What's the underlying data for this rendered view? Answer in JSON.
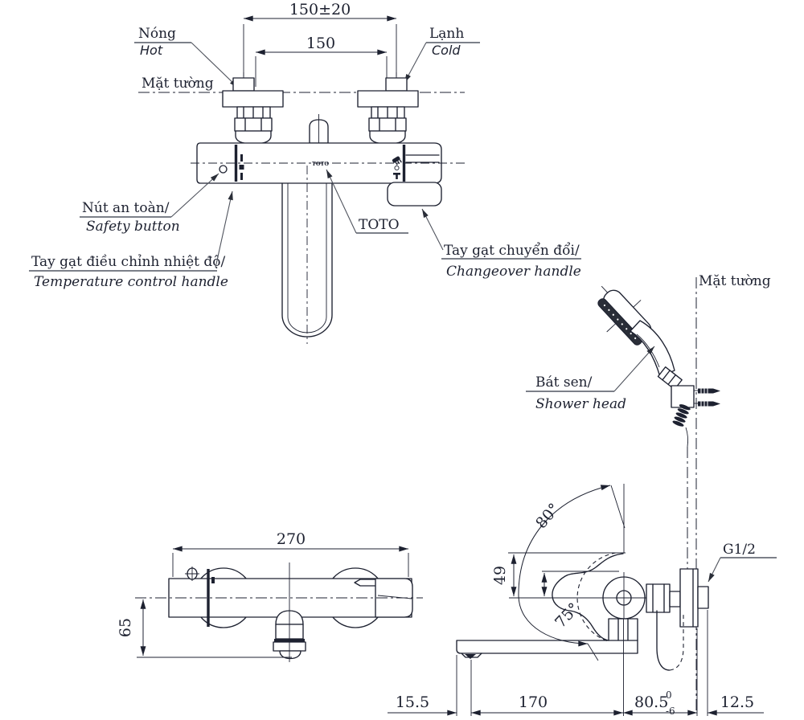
{
  "colors": {
    "ink": "#1d2130",
    "leader": "#50545e",
    "underline": "#6a6e78"
  },
  "front": {
    "dim_tol": "150±20",
    "dim_center": "150",
    "wall": "Mặt tường",
    "hot_vi": "Nóng",
    "hot_en": "Hot",
    "cold_vi": "Lạnh",
    "cold_en": "Cold",
    "safety_vi": "Nút an toàn/",
    "safety_en": "Safety button",
    "temp_vi": "Tay gạt điều chỉnh nhiệt độ/",
    "temp_en": "Temperature control handle",
    "brand": "TOTO",
    "logo": "TOTO",
    "change_vi": "Tay gạt chuyển đổi/",
    "change_en": "Changeover handle"
  },
  "side": {
    "wall": "Mặt tường",
    "shower_vi": "Bát sen/",
    "shower_en": "Shower head",
    "angle_up": "80°",
    "angle_down": "75°",
    "dim_49": "49",
    "thread": "G1/2",
    "dim_155": "15.5",
    "dim_170": "170",
    "dim_805": "80.5",
    "dim_805_sup": "0",
    "dim_805_sub": "-6",
    "dim_125": "12.5"
  },
  "top": {
    "dim_270": "270",
    "dim_65": "65"
  }
}
